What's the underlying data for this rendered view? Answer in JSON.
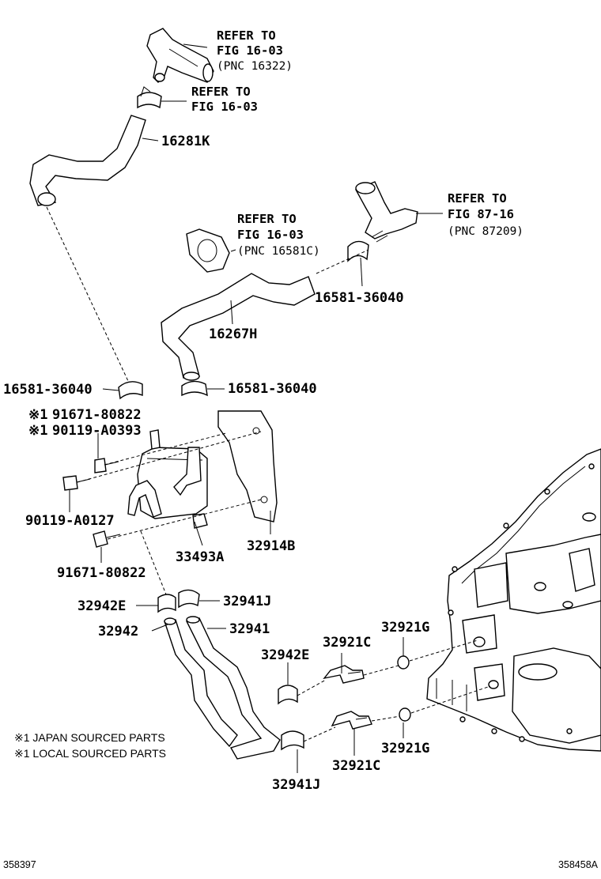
{
  "references": {
    "top_hose": {
      "l1": "REFER TO",
      "l2": "FIG 16-03",
      "l3": "(PNC 16322)"
    },
    "top_clamp": {
      "l1": "REFER TO",
      "l2": "FIG 16-03"
    },
    "gasket": {
      "l1": "REFER TO",
      "l2": "FIG 16-03",
      "l3": "(PNC 16581C)"
    },
    "valve": {
      "l1": "REFER TO",
      "l2": "FIG 87-16",
      "l3": "(PNC 87209)"
    }
  },
  "parts": {
    "hose_16281k": "16281K",
    "clamp_right_top": "16581-36040",
    "hose_16267h": "16267H",
    "clamp_left": "16581-36040",
    "clamp_center": "16581-36040",
    "bolt_japan": "91671-80822",
    "bolt_japan_mark": "※1",
    "bolt_local": "90119-A0393",
    "bolt_local_mark": "※1",
    "bolt_left": "90119-A0127",
    "cooler": "33493A",
    "bracket": "32914B",
    "bolt_lower": "91671-80822",
    "clamp_32942e_top": "32942E",
    "clamp_32941j_top": "32941J",
    "hose_32942": "32942",
    "hose_32941": "32941",
    "clamp_32942e_mid": "32942E",
    "union_upper": "32921C",
    "oring_upper": "32921G",
    "oring_lower": "32921G",
    "union_lower": "32921C",
    "clamp_32941j_bottom": "32941J"
  },
  "notes": {
    "japan": "※1 JAPAN SOURCED PARTS",
    "local": "※1 LOCAL SOURCED PARTS"
  },
  "footer": {
    "left_id": "358397",
    "right_id": "358458A"
  }
}
